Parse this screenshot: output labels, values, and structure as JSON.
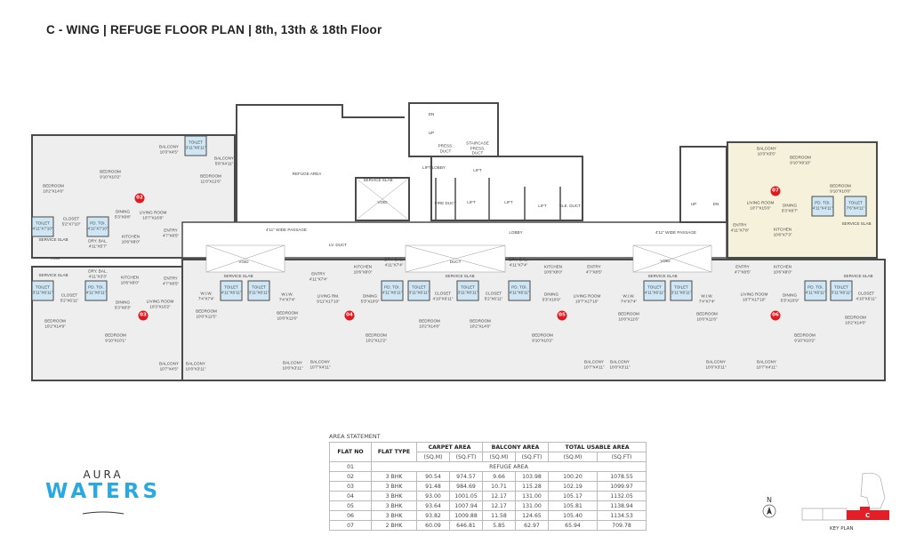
{
  "header": {
    "title": "C - WING | REFUGE FLOOR PLAN | 8th, 13th & 18th Floor"
  },
  "colors": {
    "flat_fill": "#eeeeee",
    "flat07_fill": "#f6f1da",
    "toilet_fill": "#cfe7f4",
    "badge": "#e0191f",
    "brand": "#29a9e1",
    "keyplan_highlight": "#e41e26"
  },
  "plan": {
    "rooms": [
      {
        "label": "Bedroom",
        "dim": "10'2\"X14'0\""
      },
      {
        "label": "Bedroom",
        "dim": "9'10\"X10'2\""
      },
      {
        "label": "Balcony",
        "dim": "10'3\"X4'5\""
      },
      {
        "label": "Toilet",
        "dim": "3'11\"X6'11\""
      },
      {
        "label": "Balcony",
        "dim": "5'8\"X4'11\""
      },
      {
        "label": "Bedroom",
        "dim": "11'0\"X12'6\""
      },
      {
        "label": "Living Room",
        "dim": "10'7\"X16'8\""
      },
      {
        "label": "Dining",
        "dim": "5'3\"X9'8\""
      },
      {
        "label": "Toilet",
        "dim": "4'11\"X7'10\""
      },
      {
        "label": "Closet",
        "dim": "5'2\"X7'10\""
      },
      {
        "label": "Pd. Toi.",
        "dim": "4'11\"X7'10\""
      },
      {
        "label": "Entry",
        "dim": "4'7\"X8'5\""
      },
      {
        "label": "Kitchen",
        "dim": "10'6\"X8'0\""
      },
      {
        "label": "Dry. Bal.",
        "dim": "4'11\"X5'7\""
      },
      {
        "label": "Service Slab",
        "dim": ""
      },
      {
        "label": "Void",
        "dim": ""
      },
      {
        "label": "Service Slab",
        "dim": ""
      },
      {
        "label": "Dry. Bal.",
        "dim": "4'11\"X3'3\""
      },
      {
        "label": "Kitchen",
        "dim": "10'6\"X8'0\""
      },
      {
        "label": "Entry",
        "dim": "4'7\"X8'5\""
      },
      {
        "label": "Toilet",
        "dim": "3'11\"X6'11\""
      },
      {
        "label": "Closet",
        "dim": "5'2\"X6'11\""
      },
      {
        "label": "Pd. Toi.",
        "dim": "4'11\"X6'11\""
      },
      {
        "label": "Dining",
        "dim": "5'3\"X8'3\""
      },
      {
        "label": "Living Room",
        "dim": "10'3\"X16'2\""
      },
      {
        "label": "Bedroom",
        "dim": "10'2\"X14'9\""
      },
      {
        "label": "Bedroom",
        "dim": "9'10\"X10'1\""
      },
      {
        "label": "Balcony",
        "dim": "10'7\"X4'5\""
      },
      {
        "label": "Balcony",
        "dim": "10'0\"X3'11\""
      },
      {
        "label": "W.I.W.",
        "dim": "7'4\"X7'4\""
      },
      {
        "label": "Bedroom",
        "dim": "10'0\"X11'5\""
      },
      {
        "label": "Void",
        "dim": ""
      },
      {
        "label": "Service Slab",
        "dim": ""
      },
      {
        "label": "Toilet",
        "dim": "4'11\"X6'11\""
      },
      {
        "label": "Toilet",
        "dim": "3'11\"X6'11\""
      },
      {
        "label": "W.I.W.",
        "dim": "7'4\"X7'4\""
      },
      {
        "label": "Bedroom",
        "dim": "10'0\"X11'6\""
      },
      {
        "label": "Balcony",
        "dim": "10'0\"X3'11\""
      },
      {
        "label": "Entry",
        "dim": "4'11\"X7'4\""
      },
      {
        "label": "LV. Duct",
        "dim": ""
      },
      {
        "label": "Kitchen",
        "dim": "10'6\"X8'0\""
      },
      {
        "label": "Living Rm.",
        "dim": "9'11\"X17'10\""
      },
      {
        "label": "Dining",
        "dim": "5'3\"X10'9\""
      },
      {
        "label": "Balcony",
        "dim": "10'7\"X4'11\""
      },
      {
        "label": "Dry. Bal.",
        "dim": "4'11\"X7'4\""
      },
      {
        "label": "Duct",
        "dim": ""
      },
      {
        "label": "Service Slab",
        "dim": ""
      },
      {
        "label": "Pd. Toi.",
        "dim": "4'11\"X6'11\""
      },
      {
        "label": "Toilet",
        "dim": "3'11\"X6'11\""
      },
      {
        "label": "Closet",
        "dim": "4'10\"X6'11\""
      },
      {
        "label": "Toilet",
        "dim": "3'11\"X6'11\""
      },
      {
        "label": "Closet",
        "dim": "5'2\"X6'11\""
      },
      {
        "label": "Pd. Toi.",
        "dim": "4'11\"X6'11\""
      },
      {
        "label": "Bedroom",
        "dim": "10'2\"X14'0\""
      },
      {
        "label": "Bedroom",
        "dim": "10'2\"X14'0\""
      },
      {
        "label": "Bedroom",
        "dim": "10'2\"X12'2\""
      },
      {
        "label": "Bedroom",
        "dim": "9'10\"X10'2\""
      },
      {
        "label": "Dry. Bal.",
        "dim": "4'11\"X7'4\""
      },
      {
        "label": "Kitchen",
        "dim": "10'6\"X8'0\""
      },
      {
        "label": "Dining",
        "dim": "5'3\"X10'9\""
      },
      {
        "label": "Entry",
        "dim": "4'7\"X8'5\""
      },
      {
        "label": "Living Room",
        "dim": "10'7\"X17'10\""
      },
      {
        "label": "W.I.W.",
        "dim": "7'4\"X7'4\""
      },
      {
        "label": "Bedroom",
        "dim": "10'0\"X11'6\""
      },
      {
        "label": "Void",
        "dim": ""
      },
      {
        "label": "Service Slab",
        "dim": ""
      },
      {
        "label": "Toilet",
        "dim": "4'11\"X6'11\""
      },
      {
        "label": "Toilet",
        "dim": "3'11\"X6'11\""
      },
      {
        "label": "W.I.W.",
        "dim": "7'4\"X7'4\""
      },
      {
        "label": "Bedroom",
        "dim": "10'0\"X11'6\""
      },
      {
        "label": "Balcony",
        "dim": "10'7\"X4'11\""
      },
      {
        "label": "Balcony",
        "dim": "10'0\"X3'11\""
      },
      {
        "label": "Balcony",
        "dim": "10'0\"X3'11\""
      },
      {
        "label": "Entry",
        "dim": "4'7\"X8'5\""
      },
      {
        "label": "Kitchen",
        "dim": "10'6\"X8'0\""
      },
      {
        "label": "Service Slab",
        "dim": ""
      },
      {
        "label": "Pd. Toi.",
        "dim": "4'11\"X6'11\""
      },
      {
        "label": "Toilet",
        "dim": "3'11\"X6'11\""
      },
      {
        "label": "Closet",
        "dim": "4'10\"X6'11\""
      },
      {
        "label": "Living Room",
        "dim": "10'7\"X17'10\""
      },
      {
        "label": "Dining",
        "dim": "5'3\"X10'9\""
      },
      {
        "label": "Bedroom",
        "dim": "10'2\"X14'0\""
      },
      {
        "label": "Bedroom",
        "dim": "9'10\"X10'2\""
      },
      {
        "label": "Balcony",
        "dim": "10'7\"X4'11\""
      },
      {
        "label": "Balcony",
        "dim": "10'3\"X3'5\""
      },
      {
        "label": "Bedroom",
        "dim": "9'10\"X9'10\""
      },
      {
        "label": "Bedroom",
        "dim": "9'10\"X10'0\""
      },
      {
        "label": "Living Room",
        "dim": "10'7\"X15'0\""
      },
      {
        "label": "Dining",
        "dim": "5'3\"X8'7\""
      },
      {
        "label": "Pd. Toi.",
        "dim": "4'11\"X4'11\""
      },
      {
        "label": "Toilet",
        "dim": "7'6\"X4'11\""
      },
      {
        "label": "Entry",
        "dim": "4'11\"X7'8\""
      },
      {
        "label": "Kitchen",
        "dim": "10'6\"X7'3\""
      },
      {
        "label": "Service Slab",
        "dim": ""
      },
      {
        "label": "Up",
        "dim": ""
      },
      {
        "label": "Dn",
        "dim": ""
      },
      {
        "label": "Refuge Area",
        "dim": ""
      },
      {
        "label": "Service Slab",
        "dim": ""
      },
      {
        "label": "Void",
        "dim": ""
      },
      {
        "label": "Dn",
        "dim": ""
      },
      {
        "label": "Up",
        "dim": ""
      },
      {
        "label": "Press. Duct",
        "dim": ""
      },
      {
        "label": "Staircase Press. Duct",
        "dim": ""
      },
      {
        "label": "Lift Lobby",
        "dim": ""
      },
      {
        "label": "Lift",
        "dim": ""
      },
      {
        "label": "Fire Duct",
        "dim": ""
      },
      {
        "label": "Lift",
        "dim": ""
      },
      {
        "label": "Lift",
        "dim": ""
      },
      {
        "label": "Lift",
        "dim": ""
      },
      {
        "label": "Ele. Duct",
        "dim": ""
      },
      {
        "label": "4'11\" Wide Passage",
        "dim": ""
      },
      {
        "label": "Lobby",
        "dim": ""
      },
      {
        "label": "4'11\" Wide Passage",
        "dim": ""
      }
    ],
    "flat_badges": [
      "02",
      "03",
      "04",
      "05",
      "06",
      "07"
    ]
  },
  "area_statement": {
    "caption": "AREA STATEMENT",
    "headers": {
      "flat_no": "FLAT NO",
      "flat_type": "FLAT TYPE",
      "carpet": "CARPET AREA",
      "balcony": "BALCONY AREA",
      "total": "TOTAL USABLE AREA",
      "sqm": "(SQ.M)",
      "sqft": "(SQ.FT)"
    },
    "refuge_row": {
      "flat_no": "01",
      "label": "REFUGE AREA"
    },
    "rows": [
      [
        "02",
        "3 BHK",
        "90.54",
        "974.57",
        "9.66",
        "103.98",
        "100.20",
        "1078.55"
      ],
      [
        "03",
        "3 BHK",
        "91.48",
        "984.69",
        "10.71",
        "115.28",
        "102.19",
        "1099.97"
      ],
      [
        "04",
        "3 BHK",
        "93.00",
        "1001.05",
        "12.17",
        "131.00",
        "105.17",
        "1132.05"
      ],
      [
        "05",
        "3 BHK",
        "93.64",
        "1007.94",
        "12.17",
        "131.00",
        "105.81",
        "1138.94"
      ],
      [
        "06",
        "3 BHK",
        "93.82",
        "1009.88",
        "11.58",
        "124.65",
        "105.40",
        "1134.53"
      ],
      [
        "07",
        "2 BHK",
        "60.09",
        "646.81",
        "5.85",
        "62.97",
        "65.94",
        "709.78"
      ]
    ]
  },
  "logo": {
    "line1": "AURA",
    "line2": "WATERS"
  },
  "key_plan": {
    "north": "N",
    "label": "KEY PLAN",
    "wing": "C"
  }
}
